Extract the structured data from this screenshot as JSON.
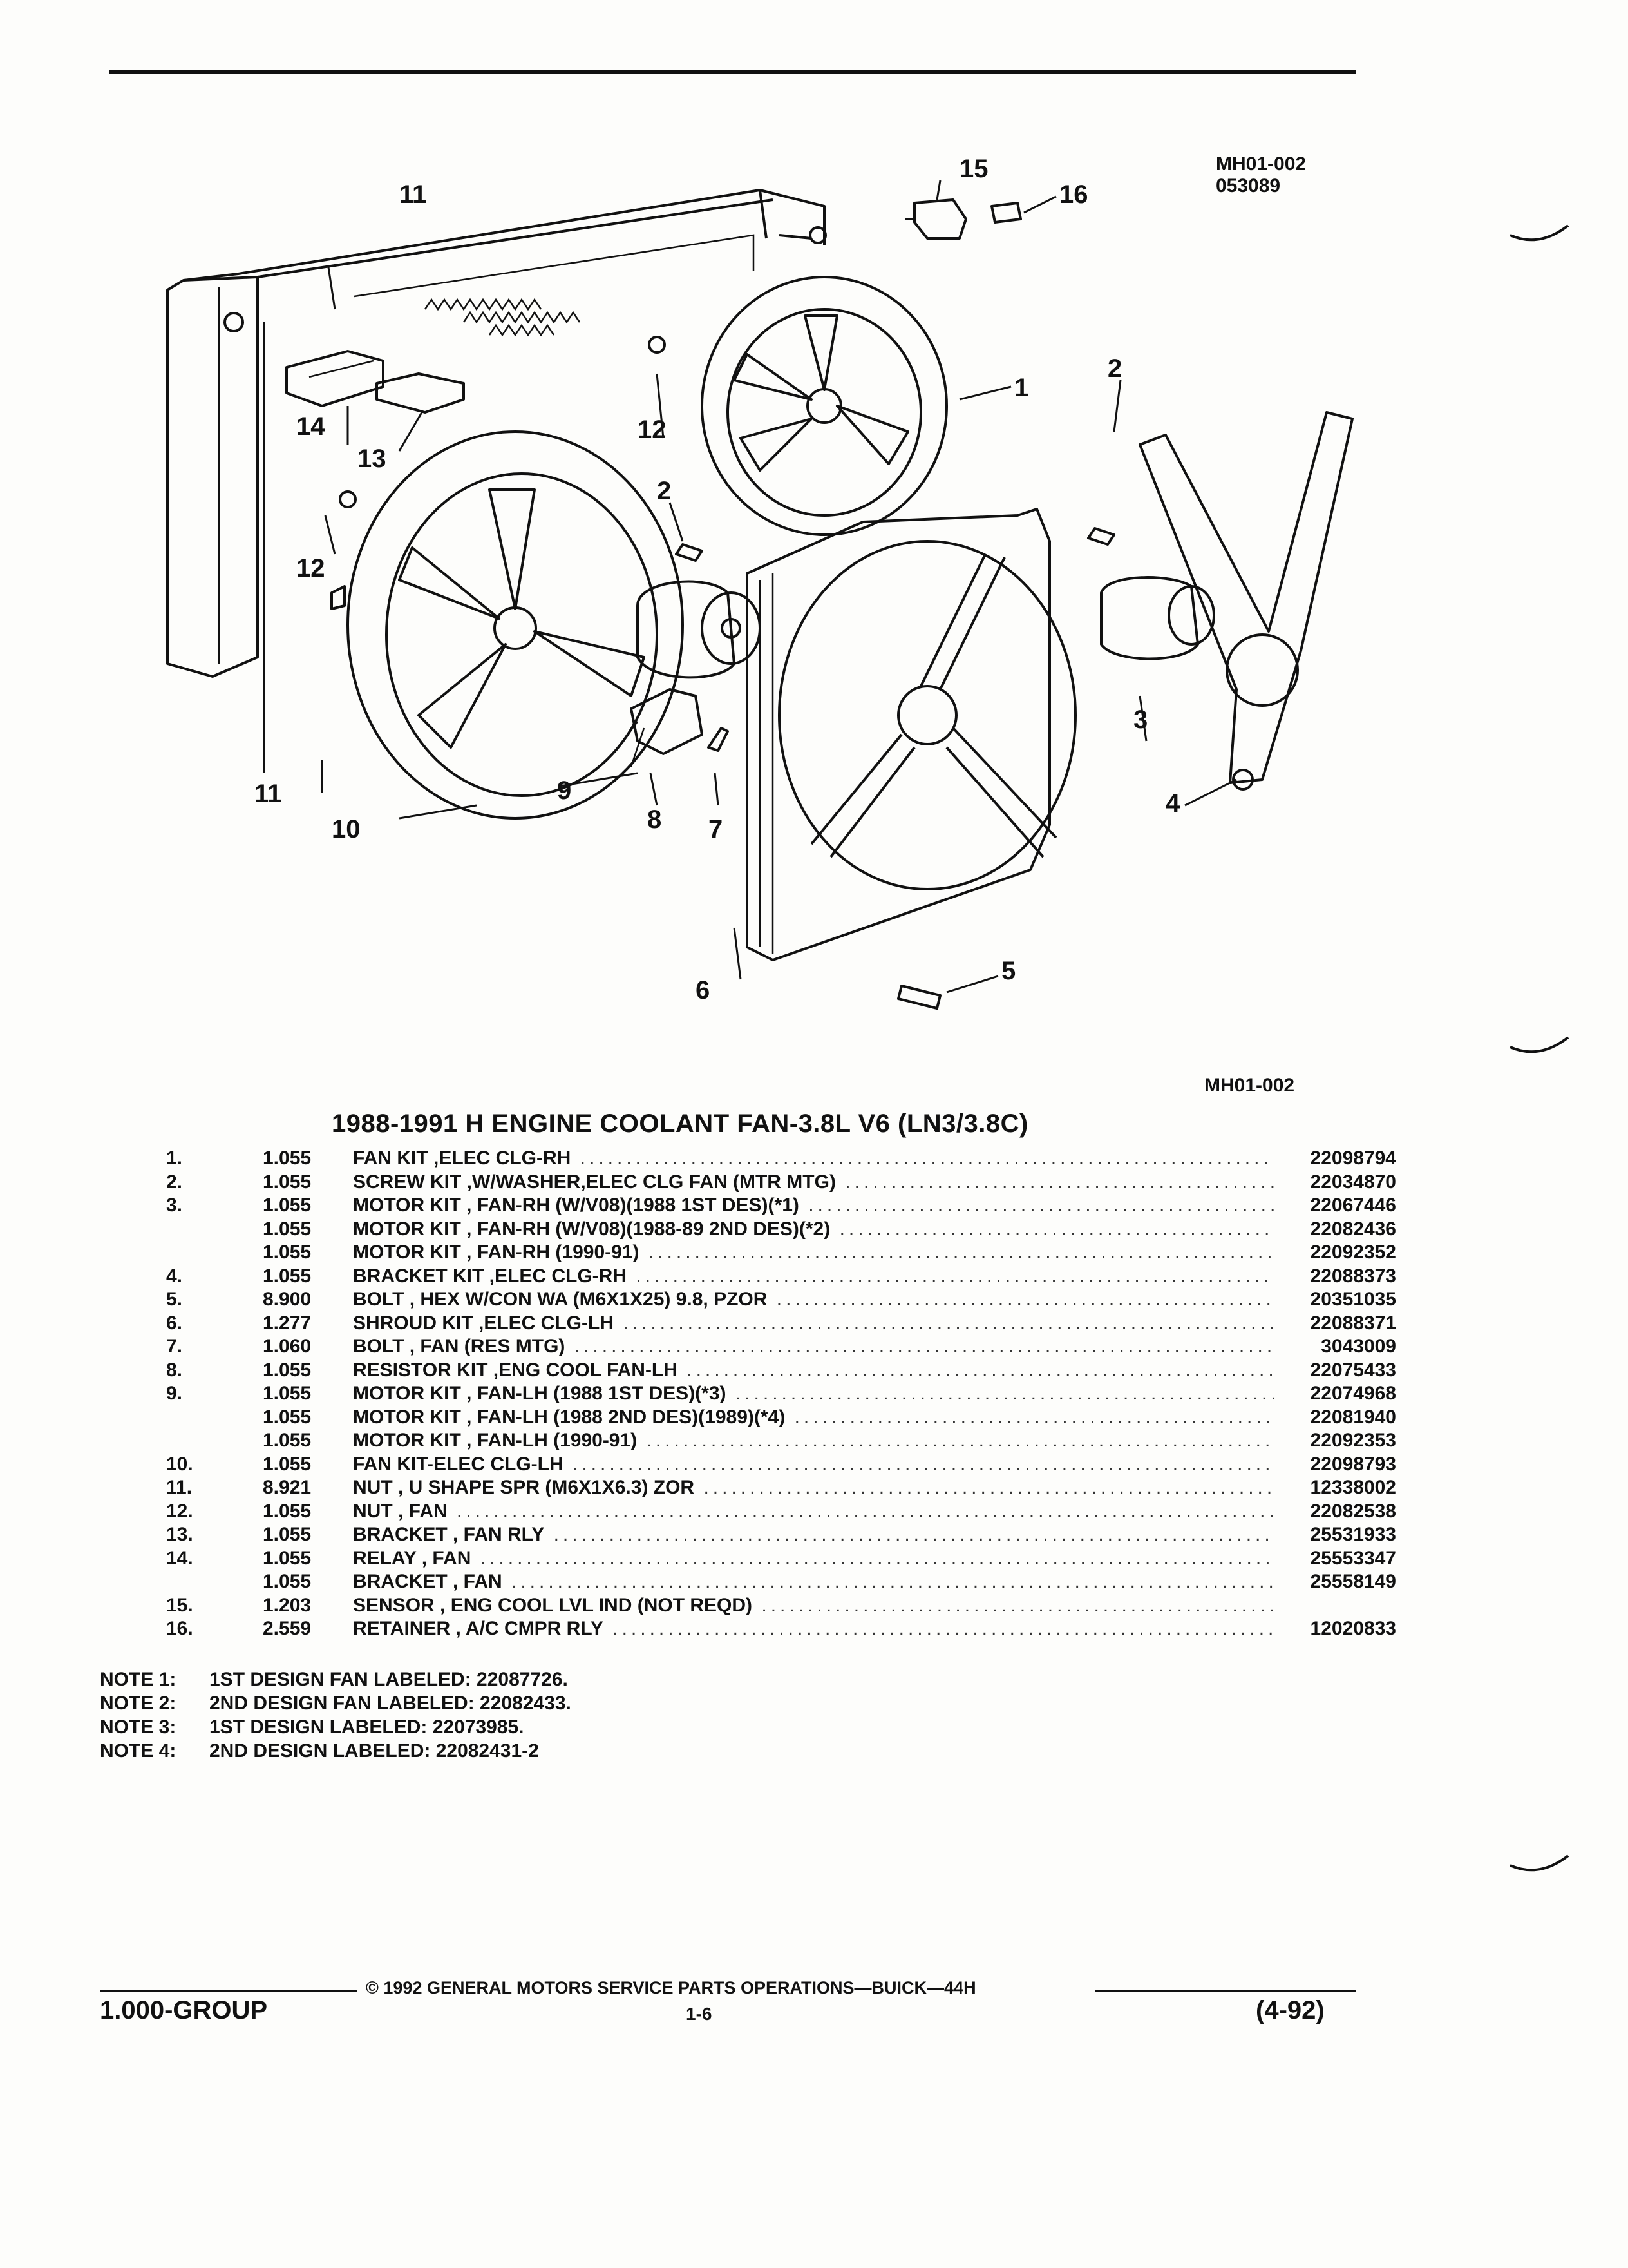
{
  "header": {
    "ref_code": "MH01-002",
    "date_code": "053089"
  },
  "diagram": {
    "callouts": [
      "1",
      "2",
      "2",
      "3",
      "4",
      "5",
      "6",
      "7",
      "8",
      "9",
      "10",
      "11",
      "11",
      "12",
      "12",
      "13",
      "14",
      "15",
      "16"
    ],
    "caption": "MH01-002"
  },
  "title": "1988-1991 H ENGINE COOLANT FAN-3.8L V6 (LN3/3.8C)",
  "parts": [
    {
      "item": "1.",
      "group": "1.055",
      "desc": "FAN KIT ,ELEC CLG-RH",
      "pn": "22098794"
    },
    {
      "item": "2.",
      "group": "1.055",
      "desc": "SCREW KIT ,W/WASHER,ELEC CLG FAN (MTR MTG)",
      "pn": "22034870"
    },
    {
      "item": "3.",
      "group": "1.055",
      "desc": "MOTOR KIT , FAN-RH (W/V08)(1988 1ST DES)(*1)",
      "pn": "22067446"
    },
    {
      "item": "",
      "group": "1.055",
      "desc": "MOTOR KIT , FAN-RH (W/V08)(1988-89 2ND DES)(*2)",
      "pn": "22082436"
    },
    {
      "item": "",
      "group": "1.055",
      "desc": "MOTOR KIT , FAN-RH (1990-91)",
      "pn": "22092352"
    },
    {
      "item": "4.",
      "group": "1.055",
      "desc": "BRACKET KIT ,ELEC CLG-RH",
      "pn": "22088373"
    },
    {
      "item": "5.",
      "group": "8.900",
      "desc": "BOLT , HEX W/CON WA (M6X1X25) 9.8, PZOR",
      "pn": "20351035"
    },
    {
      "item": "6.",
      "group": "1.277",
      "desc": "SHROUD KIT ,ELEC CLG-LH",
      "pn": "22088371"
    },
    {
      "item": "7.",
      "group": "1.060",
      "desc": "BOLT , FAN (RES MTG)",
      "pn": "3043009"
    },
    {
      "item": "8.",
      "group": "1.055",
      "desc": "RESISTOR KIT ,ENG COOL FAN-LH",
      "pn": "22075433"
    },
    {
      "item": "9.",
      "group": "1.055",
      "desc": "MOTOR KIT , FAN-LH (1988 1ST DES)(*3)",
      "pn": "22074968"
    },
    {
      "item": "",
      "group": "1.055",
      "desc": "MOTOR KIT , FAN-LH (1988 2ND DES)(1989)(*4)",
      "pn": "22081940"
    },
    {
      "item": "",
      "group": "1.055",
      "desc": "MOTOR KIT , FAN-LH (1990-91)",
      "pn": "22092353"
    },
    {
      "item": "10.",
      "group": "1.055",
      "desc": "FAN KIT-ELEC CLG-LH",
      "pn": "22098793"
    },
    {
      "item": "11.",
      "group": "8.921",
      "desc": "NUT , U SHAPE SPR (M6X1X6.3) ZOR",
      "pn": "12338002"
    },
    {
      "item": "12.",
      "group": "1.055",
      "desc": "NUT , FAN",
      "pn": "22082538"
    },
    {
      "item": "13.",
      "group": "1.055",
      "desc": "BRACKET , FAN RLY",
      "pn": "25531933"
    },
    {
      "item": "14.",
      "group": "1.055",
      "desc": "RELAY , FAN",
      "pn": "25553347"
    },
    {
      "item": "",
      "group": "1.055",
      "desc": "BRACKET , FAN",
      "pn": "25558149"
    },
    {
      "item": "15.",
      "group": "1.203",
      "desc": "SENSOR , ENG COOL LVL IND (NOT REQD)",
      "pn": ""
    },
    {
      "item": "16.",
      "group": "2.559",
      "desc": "RETAINER , A/C CMPR RLY",
      "pn": "12020833"
    }
  ],
  "notes": [
    {
      "label": "NOTE 1:",
      "text": "1ST DESIGN FAN LABELED: 22087726."
    },
    {
      "label": "NOTE 2:",
      "text": "2ND DESIGN FAN LABELED: 22082433."
    },
    {
      "label": "NOTE 3:",
      "text": "1ST DESIGN LABELED: 22073985."
    },
    {
      "label": "NOTE 4:",
      "text": "2ND DESIGN LABELED: 22082431-2"
    }
  ],
  "footer": {
    "group": "1.000-GROUP",
    "copyright": "© 1992 GENERAL MOTORS SERVICE PARTS OPERATIONS—BUICK—44H",
    "page": "1-6",
    "date": "(4-92)"
  }
}
